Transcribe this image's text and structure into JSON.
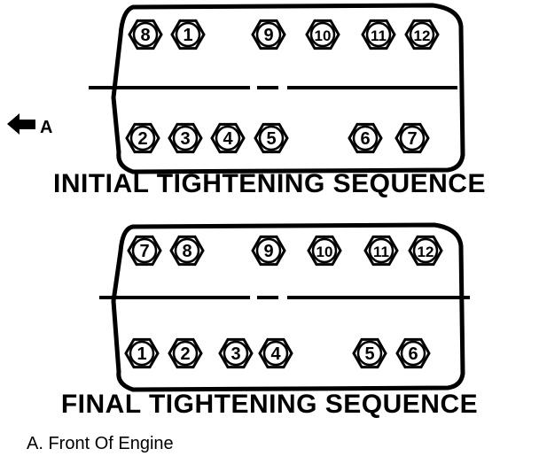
{
  "front_marker": "A",
  "initial": {
    "title": "INITIAL TIGHTENING SEQUENCE",
    "top_bolts": [
      "8",
      "1",
      "9",
      "10",
      "11",
      "12"
    ],
    "bottom_bolts": [
      "2",
      "3",
      "4",
      "5",
      "6",
      "7"
    ]
  },
  "final": {
    "title": "FINAL TIGHTENING SEQUENCE",
    "top_bolts": [
      "7",
      "8",
      "9",
      "10",
      "11",
      "12"
    ],
    "bottom_bolts": [
      "1",
      "2",
      "3",
      "4",
      "5",
      "6"
    ]
  },
  "legend": "A.  Front Of Engine"
}
